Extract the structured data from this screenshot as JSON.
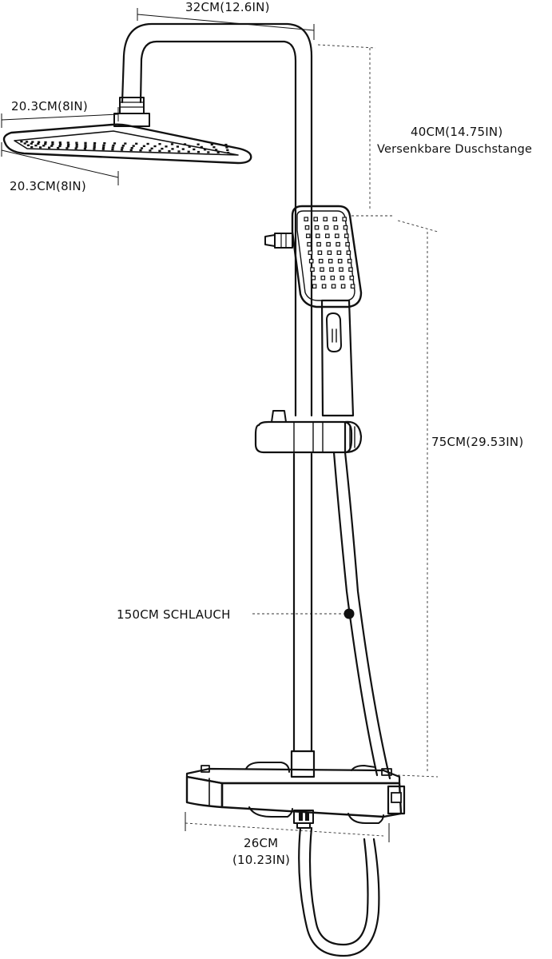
{
  "dimensions": {
    "arm_width": "32CM(12.6IN)",
    "head_width_top": "20.3CM(8IN)",
    "head_width_bottom": "20.3CM(8IN)",
    "telescopic_height": "40CM(14.75IN)",
    "telescopic_label": "Versenkbare Duschstange",
    "bar_height": "75CM(29.53IN)",
    "hose_length": "150CM SCHLAUCH",
    "mixer_width_cm": "26CM",
    "mixer_width_in": "(10.23IN)"
  },
  "colors": {
    "line": "#111111",
    "background": "#ffffff"
  }
}
